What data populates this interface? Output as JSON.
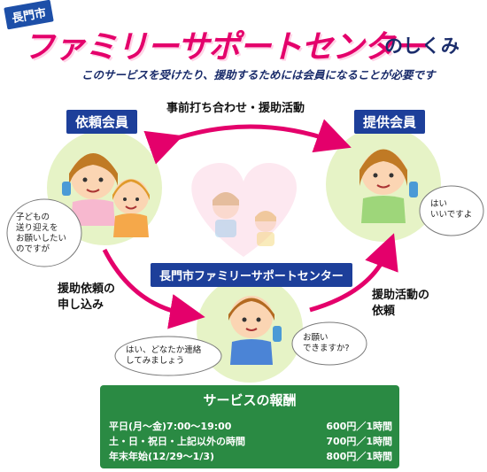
{
  "header": {
    "city_tag": "長門市",
    "title": "ファミリーサポートセンター",
    "title_suffix": "のしくみ",
    "subtitle": "このサービスを受けたり、援助するためには会員になることが必要です"
  },
  "diagram": {
    "top_arrow_label": "事前打ち合わせ・援助活動",
    "requester_label": "依頼会員",
    "provider_label": "提供会員",
    "center_label": "長門市ファミリーサポートセンター",
    "left_arrow_label": [
      "援助依頼の",
      "申し込み"
    ],
    "right_arrow_label": [
      "援助活動の",
      "依頼"
    ],
    "requester_bubble": [
      "子どもの",
      "送り迎えを",
      "お願いしたい",
      "のですが"
    ],
    "provider_bubble": [
      "はい",
      "いいですよ"
    ],
    "center_left_bubble": [
      "はい、どなたか連絡",
      "してみましょう"
    ],
    "center_right_bubble": [
      "お願い",
      "できますか?"
    ],
    "colors": {
      "accent": "#e4006b",
      "badge": "#1d3f9a",
      "fee_box": "#2a8a43",
      "circle": "#e6f3c6"
    }
  },
  "fees": {
    "title": "サービスの報酬",
    "rows": [
      {
        "label": "平日(月～金)7:00～19:00",
        "price": "600円／1時間"
      },
      {
        "label": "土・日・祝日・上記以外の時間",
        "price": "700円／1時間"
      },
      {
        "label": "年末年始(12/29～1/3)",
        "price": "800円／1時間"
      }
    ]
  }
}
